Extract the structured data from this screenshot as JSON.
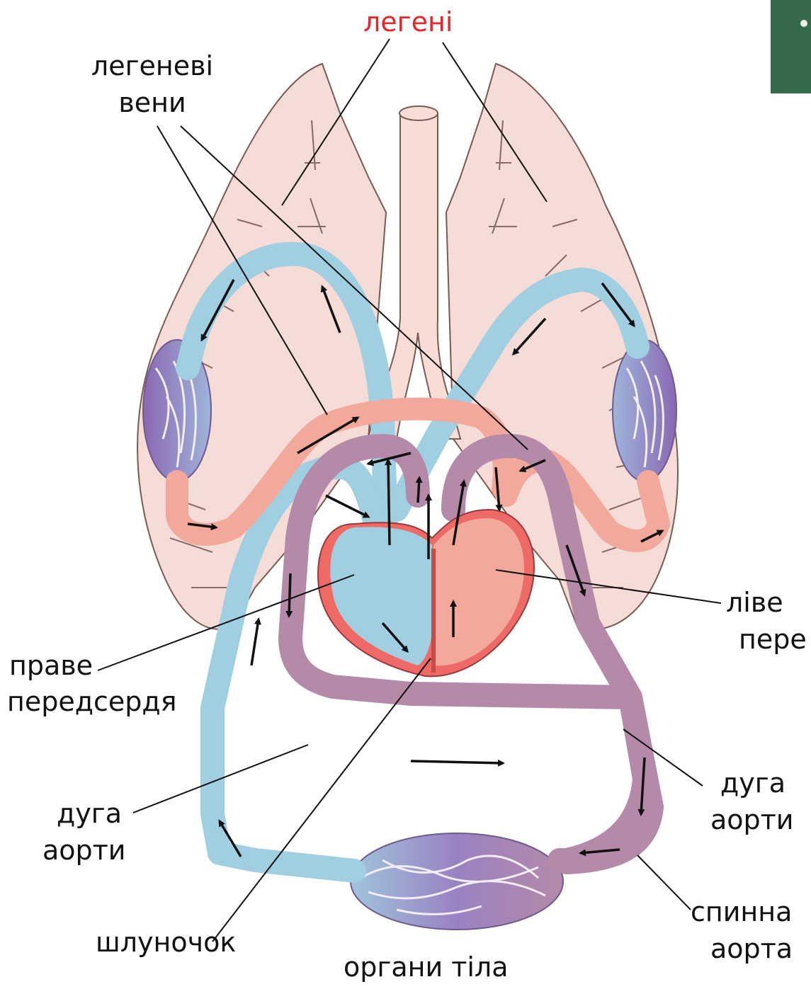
{
  "labels": {
    "lungs": "легені",
    "pulmonary_veins_line1": "легеневі",
    "pulmonary_veins_line2": "вени",
    "left_atrium_line1": "ліве",
    "left_atrium_line2": "пере",
    "right_atrium_line1": "праве",
    "right_atrium_line2": "передсердя",
    "aortic_arch_left_line1": "дуга",
    "aortic_arch_left_line2": "аорти",
    "aortic_arch_right_line1": "дуга",
    "aortic_arch_right_line2": "аорти",
    "ventricle": "шлуночок",
    "dorsal_aorta_line1": "спинна",
    "dorsal_aorta_line2": "аорта",
    "body_organs": "органи тіла"
  },
  "colors": {
    "lung_fill": "#f6dcd6",
    "deoxygenated_vessel": "#9fcfe0",
    "oxygenated_vessel": "#f2a89a",
    "mixed_vessel": "#b48aa8",
    "heart": "#ee6a66",
    "capillary": "#8f7ab8",
    "label_accent": "#e8262a"
  }
}
